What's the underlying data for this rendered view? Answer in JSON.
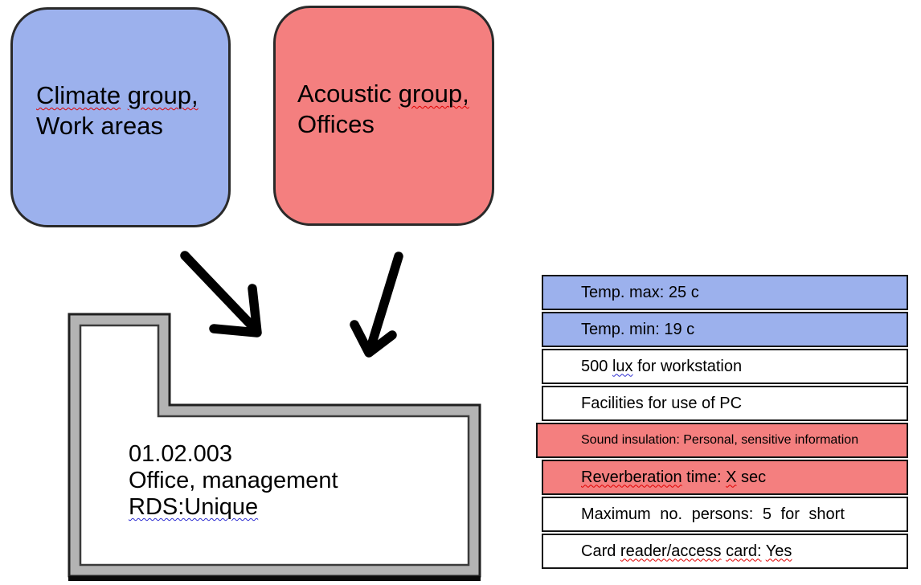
{
  "colors": {
    "blue": "#9CB1ED",
    "red": "#F47F7F",
    "wall": "#B3B3B3",
    "wall_edge": "#1F1F1F",
    "squiggle_red": "#E00000",
    "squiggle_blue": "#2A2AD0"
  },
  "climate_box": {
    "line1": [
      {
        "t": "Climate",
        "w": "red"
      },
      {
        "t": " "
      },
      {
        "t": "group,",
        "w": "red"
      }
    ],
    "line2": [
      {
        "t": "Work areas"
      }
    ]
  },
  "acoustic_box": {
    "line1": [
      {
        "t": "Acoustic "
      },
      {
        "t": "group,",
        "w": "red"
      }
    ],
    "line2": [
      {
        "t": "Offices"
      }
    ]
  },
  "room": {
    "line1": [
      {
        "t": "01.02.003"
      }
    ],
    "line2": [
      {
        "t": "Office, management"
      }
    ],
    "line3": [
      {
        "t": "RDS:Unique",
        "w": "blue"
      }
    ]
  },
  "table": {
    "rows": [
      {
        "bg": "blue",
        "segments": [
          {
            "t": "Temp. max: 25 c"
          }
        ]
      },
      {
        "bg": "blue",
        "segments": [
          {
            "t": "Temp. min: 19 c"
          }
        ]
      },
      {
        "bg": "white",
        "segments": [
          {
            "t": "500 "
          },
          {
            "t": "lux",
            "w": "blue"
          },
          {
            "t": " for workstation"
          }
        ]
      },
      {
        "bg": "white",
        "segments": [
          {
            "t": "Facilities for use of PC"
          }
        ]
      },
      {
        "bg": "red",
        "small": true,
        "segments": [
          {
            "t": "Sound insulation: Personal, sensitive information"
          }
        ]
      },
      {
        "bg": "red",
        "segments": [
          {
            "t": "Reverberation",
            "w": "red"
          },
          {
            "t": " time: "
          },
          {
            "t": "X",
            "w": "red"
          },
          {
            "t": " sec"
          }
        ]
      },
      {
        "bg": "white",
        "wide_words": true,
        "segments": [
          {
            "t": "Maximum no. persons: 5 for short"
          }
        ]
      },
      {
        "bg": "white",
        "segments": [
          {
            "t": "Card "
          },
          {
            "t": "reader/access",
            "w": "red"
          },
          {
            "t": " "
          },
          {
            "t": "card:",
            "w": "red"
          },
          {
            "t": " "
          },
          {
            "t": "Yes",
            "w": "red"
          }
        ]
      }
    ]
  }
}
